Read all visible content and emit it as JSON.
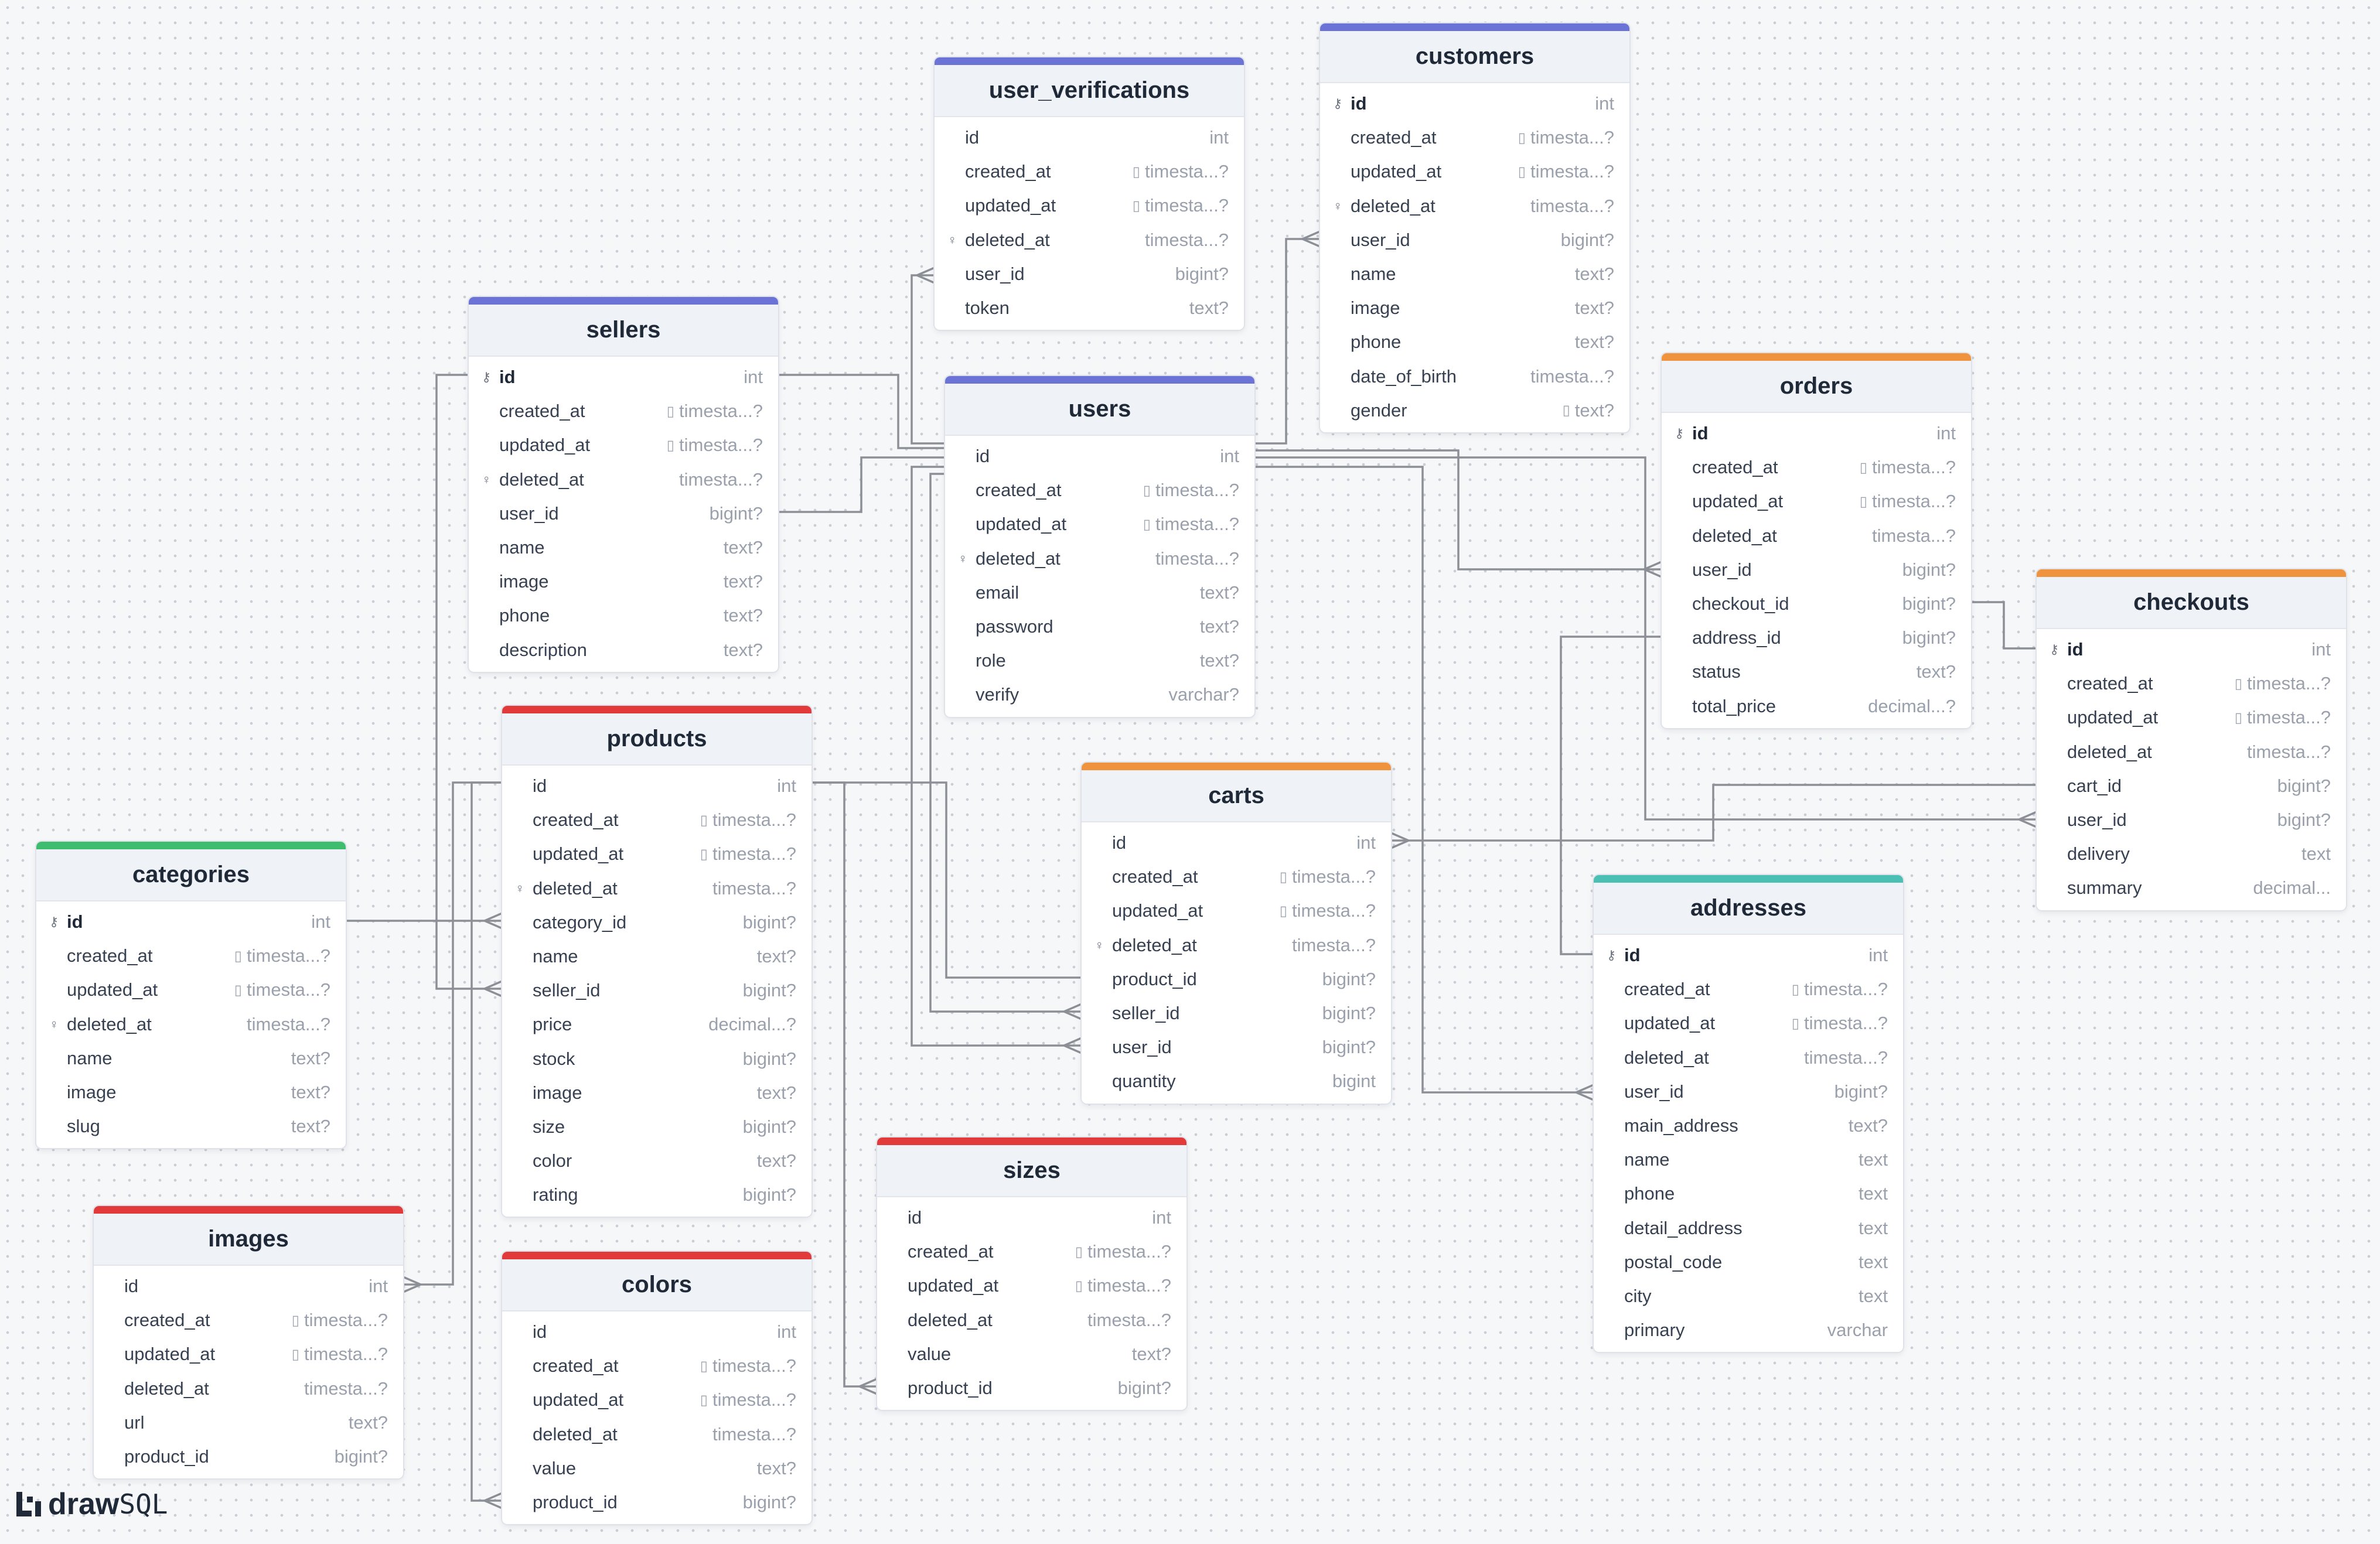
{
  "brand": {
    "word1": "draw",
    "word2": "SQL"
  },
  "colors": {
    "blue": "#6b74d6",
    "orange": "#f0933f",
    "red": "#e23a3a",
    "green": "#3fbd6e",
    "teal": "#4bbfb3"
  },
  "tables": [
    {
      "name": "user_verifications",
      "color": "blue",
      "fields": [
        {
          "name": "id",
          "type": "int"
        },
        {
          "name": "created_at",
          "type": "timesta...?",
          "bm": true
        },
        {
          "name": "updated_at",
          "type": "timesta...?",
          "bm": true
        },
        {
          "name": "deleted_at",
          "type": "timesta...?",
          "icon": "index"
        },
        {
          "name": "user_id",
          "type": "bigint?"
        },
        {
          "name": "token",
          "type": "text?"
        }
      ]
    },
    {
      "name": "customers",
      "color": "blue",
      "fields": [
        {
          "name": "id",
          "type": "int",
          "icon": "key",
          "pk": true
        },
        {
          "name": "created_at",
          "type": "timesta...?",
          "bm": true
        },
        {
          "name": "updated_at",
          "type": "timesta...?",
          "bm": true
        },
        {
          "name": "deleted_at",
          "type": "timesta...?",
          "icon": "index"
        },
        {
          "name": "user_id",
          "type": "bigint?"
        },
        {
          "name": "name",
          "type": "text?"
        },
        {
          "name": "image",
          "type": "text?"
        },
        {
          "name": "phone",
          "type": "text?"
        },
        {
          "name": "date_of_birth",
          "type": "timesta...?"
        },
        {
          "name": "gender",
          "type": "text?",
          "bm": true
        }
      ]
    },
    {
      "name": "sellers",
      "color": "blue",
      "fields": [
        {
          "name": "id",
          "type": "int",
          "icon": "key",
          "pk": true
        },
        {
          "name": "created_at",
          "type": "timesta...?",
          "bm": true
        },
        {
          "name": "updated_at",
          "type": "timesta...?",
          "bm": true
        },
        {
          "name": "deleted_at",
          "type": "timesta...?",
          "icon": "index"
        },
        {
          "name": "user_id",
          "type": "bigint?"
        },
        {
          "name": "name",
          "type": "text?"
        },
        {
          "name": "image",
          "type": "text?"
        },
        {
          "name": "phone",
          "type": "text?"
        },
        {
          "name": "description",
          "type": "text?"
        }
      ]
    },
    {
      "name": "users",
      "color": "blue",
      "fields": [
        {
          "name": "id",
          "type": "int"
        },
        {
          "name": "created_at",
          "type": "timesta...?",
          "bm": true
        },
        {
          "name": "updated_at",
          "type": "timesta...?",
          "bm": true
        },
        {
          "name": "deleted_at",
          "type": "timesta...?",
          "icon": "index"
        },
        {
          "name": "email",
          "type": "text?"
        },
        {
          "name": "password",
          "type": "text?"
        },
        {
          "name": "role",
          "type": "text?"
        },
        {
          "name": "verify",
          "type": "varchar?"
        }
      ]
    },
    {
      "name": "orders",
      "color": "orange",
      "fields": [
        {
          "name": "id",
          "type": "int",
          "icon": "key",
          "pk": true
        },
        {
          "name": "created_at",
          "type": "timesta...?",
          "bm": true
        },
        {
          "name": "updated_at",
          "type": "timesta...?",
          "bm": true
        },
        {
          "name": "deleted_at",
          "type": "timesta...?"
        },
        {
          "name": "user_id",
          "type": "bigint?"
        },
        {
          "name": "checkout_id",
          "type": "bigint?"
        },
        {
          "name": "address_id",
          "type": "bigint?"
        },
        {
          "name": "status",
          "type": "text?"
        },
        {
          "name": "total_price",
          "type": "decimal...?"
        }
      ]
    },
    {
      "name": "checkouts",
      "color": "orange",
      "fields": [
        {
          "name": "id",
          "type": "int",
          "icon": "key",
          "pk": true
        },
        {
          "name": "created_at",
          "type": "timesta...?",
          "bm": true
        },
        {
          "name": "updated_at",
          "type": "timesta...?",
          "bm": true
        },
        {
          "name": "deleted_at",
          "type": "timesta...?"
        },
        {
          "name": "cart_id",
          "type": "bigint?"
        },
        {
          "name": "user_id",
          "type": "bigint?"
        },
        {
          "name": "delivery",
          "type": "text"
        },
        {
          "name": "summary",
          "type": "decimal..."
        }
      ]
    },
    {
      "name": "products",
      "color": "red",
      "fields": [
        {
          "name": "id",
          "type": "int"
        },
        {
          "name": "created_at",
          "type": "timesta...?",
          "bm": true
        },
        {
          "name": "updated_at",
          "type": "timesta...?",
          "bm": true
        },
        {
          "name": "deleted_at",
          "type": "timesta...?",
          "icon": "index"
        },
        {
          "name": "category_id",
          "type": "bigint?"
        },
        {
          "name": "name",
          "type": "text?"
        },
        {
          "name": "seller_id",
          "type": "bigint?"
        },
        {
          "name": "price",
          "type": "decimal...?"
        },
        {
          "name": "stock",
          "type": "bigint?"
        },
        {
          "name": "image",
          "type": "text?"
        },
        {
          "name": "size",
          "type": "bigint?"
        },
        {
          "name": "color",
          "type": "text?"
        },
        {
          "name": "rating",
          "type": "bigint?"
        }
      ]
    },
    {
      "name": "carts",
      "color": "orange",
      "fields": [
        {
          "name": "id",
          "type": "int"
        },
        {
          "name": "created_at",
          "type": "timesta...?",
          "bm": true
        },
        {
          "name": "updated_at",
          "type": "timesta...?",
          "bm": true
        },
        {
          "name": "deleted_at",
          "type": "timesta...?",
          "icon": "index"
        },
        {
          "name": "product_id",
          "type": "bigint?"
        },
        {
          "name": "seller_id",
          "type": "bigint?"
        },
        {
          "name": "user_id",
          "type": "bigint?"
        },
        {
          "name": "quantity",
          "type": "bigint"
        }
      ]
    },
    {
      "name": "categories",
      "color": "green",
      "fields": [
        {
          "name": "id",
          "type": "int",
          "icon": "key",
          "pk": true
        },
        {
          "name": "created_at",
          "type": "timesta...?",
          "bm": true
        },
        {
          "name": "updated_at",
          "type": "timesta...?",
          "bm": true
        },
        {
          "name": "deleted_at",
          "type": "timesta...?",
          "icon": "index"
        },
        {
          "name": "name",
          "type": "text?"
        },
        {
          "name": "image",
          "type": "text?"
        },
        {
          "name": "slug",
          "type": "text?"
        }
      ]
    },
    {
      "name": "addresses",
      "color": "teal",
      "fields": [
        {
          "name": "id",
          "type": "int",
          "icon": "key",
          "pk": true
        },
        {
          "name": "created_at",
          "type": "timesta...?",
          "bm": true
        },
        {
          "name": "updated_at",
          "type": "timesta...?",
          "bm": true
        },
        {
          "name": "deleted_at",
          "type": "timesta...?"
        },
        {
          "name": "user_id",
          "type": "bigint?"
        },
        {
          "name": "main_address",
          "type": "text?"
        },
        {
          "name": "name",
          "type": "text"
        },
        {
          "name": "phone",
          "type": "text"
        },
        {
          "name": "detail_address",
          "type": "text"
        },
        {
          "name": "postal_code",
          "type": "text"
        },
        {
          "name": "city",
          "type": "text"
        },
        {
          "name": "primary",
          "type": "varchar"
        }
      ]
    },
    {
      "name": "images",
      "color": "red",
      "fields": [
        {
          "name": "id",
          "type": "int"
        },
        {
          "name": "created_at",
          "type": "timesta...?",
          "bm": true
        },
        {
          "name": "updated_at",
          "type": "timesta...?",
          "bm": true
        },
        {
          "name": "deleted_at",
          "type": "timesta...?"
        },
        {
          "name": "url",
          "type": "text?"
        },
        {
          "name": "product_id",
          "type": "bigint?"
        }
      ]
    },
    {
      "name": "sizes",
      "color": "red",
      "fields": [
        {
          "name": "id",
          "type": "int"
        },
        {
          "name": "created_at",
          "type": "timesta...?",
          "bm": true
        },
        {
          "name": "updated_at",
          "type": "timesta...?",
          "bm": true
        },
        {
          "name": "deleted_at",
          "type": "timesta...?"
        },
        {
          "name": "value",
          "type": "text?"
        },
        {
          "name": "product_id",
          "type": "bigint?"
        }
      ]
    },
    {
      "name": "colors",
      "color": "red",
      "fields": [
        {
          "name": "id",
          "type": "int"
        },
        {
          "name": "created_at",
          "type": "timesta...?",
          "bm": true
        },
        {
          "name": "updated_at",
          "type": "timesta...?",
          "bm": true
        },
        {
          "name": "deleted_at",
          "type": "timesta...?"
        },
        {
          "name": "value",
          "type": "text?"
        },
        {
          "name": "product_id",
          "type": "bigint?"
        }
      ]
    }
  ]
}
